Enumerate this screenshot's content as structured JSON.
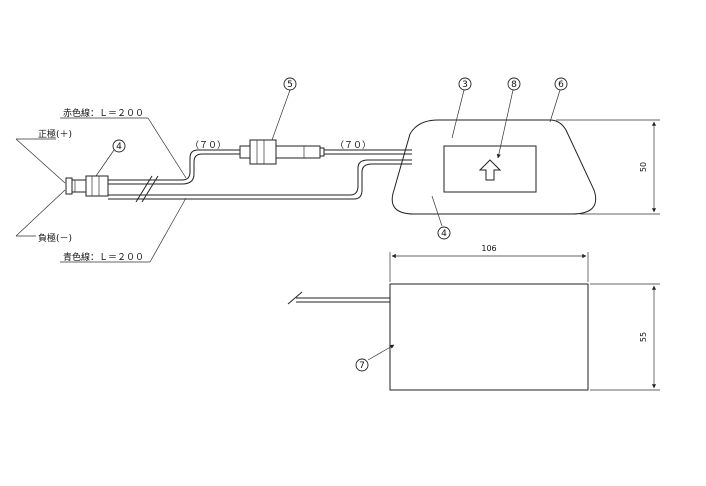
{
  "labels": {
    "red_wire": "赤色線：Ｌ＝２００",
    "blue_wire": "青色線：Ｌ＝２００",
    "positive": "正極(＋)",
    "negative": "負極(－)",
    "len_left": "（７０）",
    "len_right": "（７０）"
  },
  "callouts": {
    "c3": "3",
    "c4_connector": "4",
    "c4_body": "4",
    "c5": "5",
    "c6": "6",
    "c7": "7",
    "c8": "8"
  },
  "dimensions": {
    "front_height": "50",
    "bottom_width": "106",
    "bottom_height": "55"
  },
  "icons": {
    "upload": "upload-arrow-icon"
  }
}
